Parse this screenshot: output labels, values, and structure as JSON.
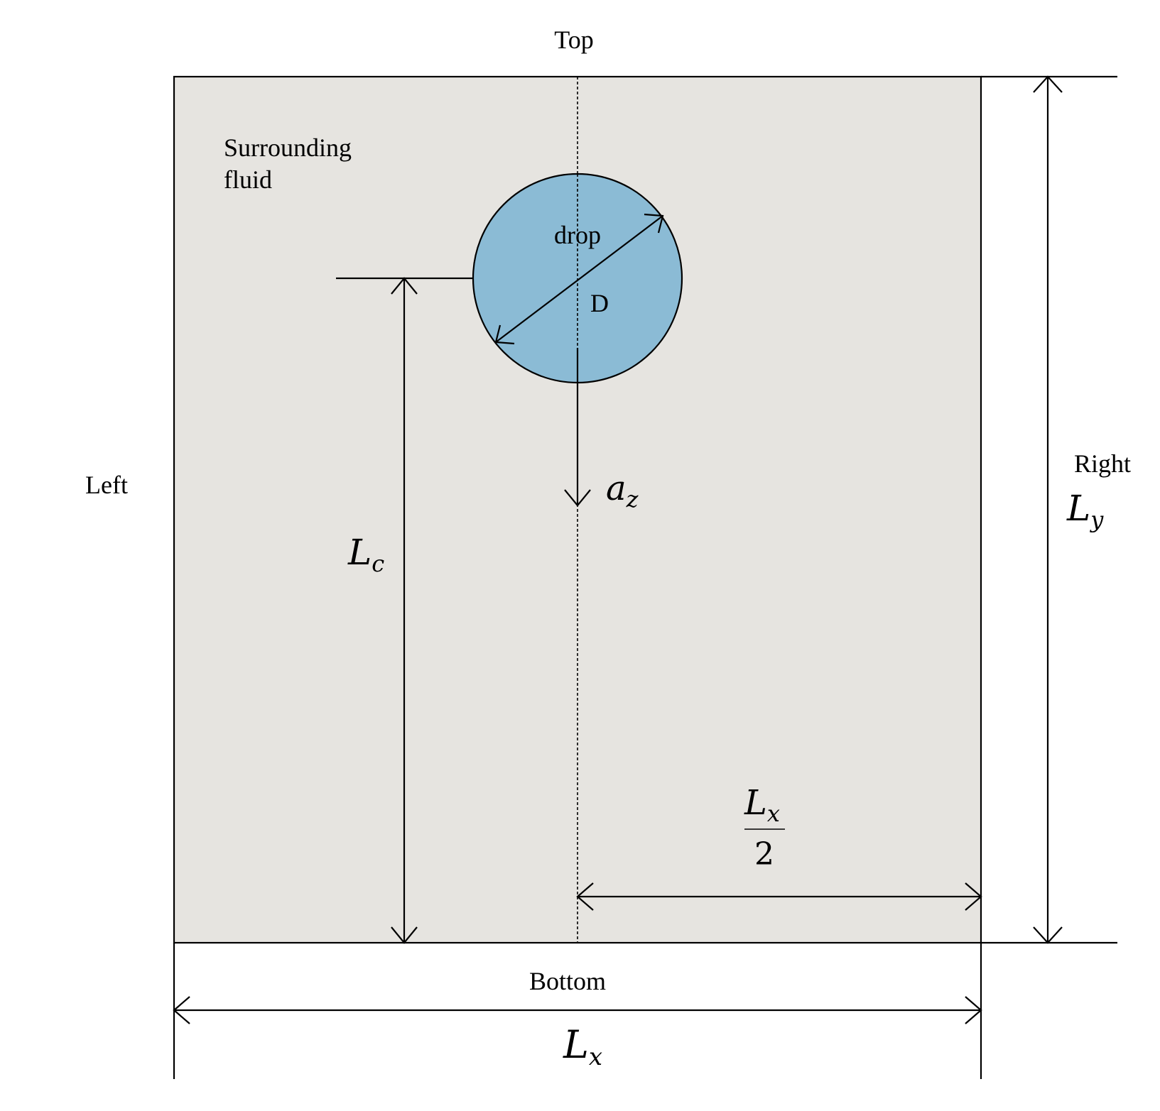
{
  "labels": {
    "top": "Top",
    "bottom": "Bottom",
    "left": "Left",
    "right": "Right",
    "surrounding_line1": "Surrounding",
    "surrounding_line2": "fluid",
    "drop": "drop",
    "diameter": "D"
  },
  "math": {
    "lc_base": "L",
    "lc_sub": "c",
    "ly_base": "L",
    "ly_sub": "y",
    "lx_base": "L",
    "lx_sub": "x",
    "az_base": "a",
    "az_sub": "z",
    "half_num_base": "L",
    "half_num_sub": "x",
    "half_den": "2"
  },
  "colors": {
    "domain_fill": "#e6e4e0",
    "drop_fill": "#8bbbd5",
    "stroke": "#000000"
  }
}
